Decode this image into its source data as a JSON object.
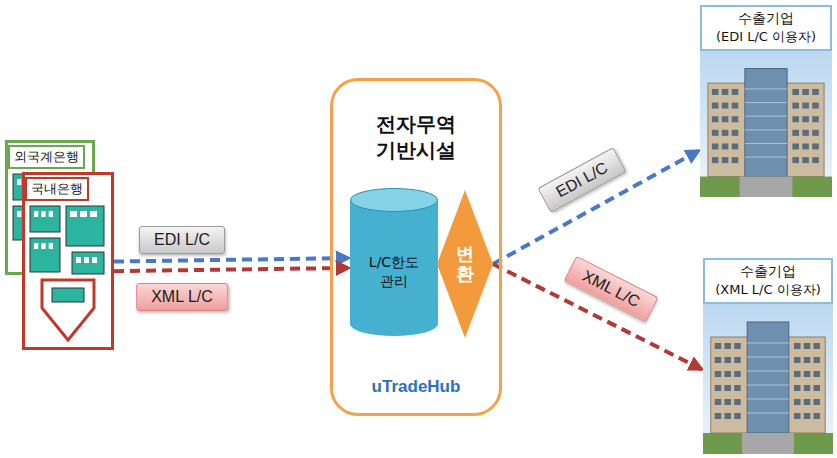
{
  "diagram": {
    "nodes": [
      {
        "text": [
          "외국계은행"
        ]
      },
      {
        "text": [
          "국내은행"
        ]
      },
      {
        "text": [
          "전자무역 기반시설",
          "uTradeHub"
        ]
      },
      {
        "text": [
          "L/C한도 관리"
        ],
        "in": 2
      },
      {
        "text": [
          "변환"
        ],
        "in": 2
      },
      {
        "text": [
          "수출기업",
          "(EDI L/C 이용자)"
        ]
      },
      {
        "text": [
          "수출기업",
          "(XML L/C 이용자)"
        ]
      }
    ],
    "edges": [
      {
        "from": 1,
        "to": 3,
        "label": "EDI L/C",
        "arrow": "to"
      },
      {
        "from": 1,
        "to": 3,
        "label": "XML L/C",
        "arrow": "to"
      },
      {
        "from": 4,
        "to": 5,
        "label": "EDI L/C",
        "arrow": "to"
      },
      {
        "from": 4,
        "to": 6,
        "label": "XML L/C",
        "arrow": "to"
      }
    ]
  }
}
